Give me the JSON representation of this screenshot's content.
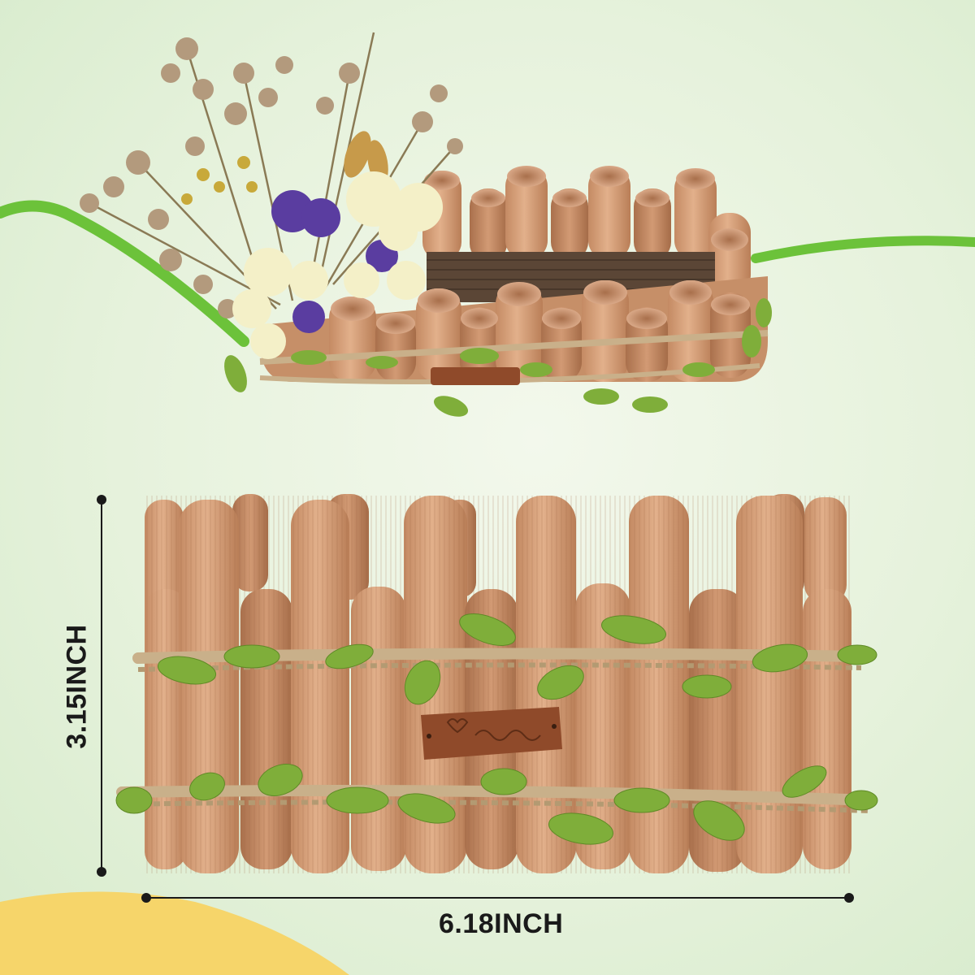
{
  "dimensions": {
    "width_label": "6.18INCH",
    "height_label": "3.15INCH"
  },
  "colors": {
    "background": "#e6f2dc",
    "wood": "#d9a27c",
    "wood_dark": "#b57a55",
    "leaf": "#7fae3a",
    "twine": "#c9b08a",
    "accent_green": "#6cc23a",
    "corner_yellow": "#f6d56a",
    "flower_purple": "#5a3da0",
    "flower_cream": "#f4f0c8"
  },
  "scene": {
    "top_item": "basket-with-dried-flowers",
    "bottom_item": "wooden-dowel-fence-planter",
    "tag_icon": "handmade-tag-icon"
  }
}
